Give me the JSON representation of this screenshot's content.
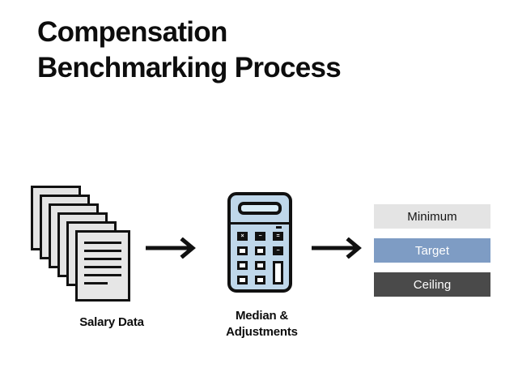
{
  "page": {
    "title": "Compensation\nBenchmarking Process",
    "background_color": "#ffffff"
  },
  "diagram": {
    "type": "process-flow",
    "orientation": "left-to-right",
    "steps": [
      {
        "id": "salary-data",
        "icon": "document-stack-icon",
        "caption": "Salary Data",
        "sheet_count": 6,
        "sheet_fill": "#e4e4e4",
        "outline_color": "#111111",
        "text_line_count": 6
      },
      {
        "id": "median-adjustments",
        "icon": "calculator-icon",
        "caption": "Median &\nAdjustments",
        "body_color": "#bfd7ea",
        "display_color": "#d9ecf7",
        "outline_color": "#111111",
        "keys": {
          "operator_glyphs": [
            "×",
            "−",
            "=",
            "−"
          ],
          "rows": 4,
          "columns": 3,
          "has_tall_enter_key": true,
          "has_indicator_dot": true
        }
      },
      {
        "id": "salary-range",
        "icon": "range-bars-icon",
        "caption": ""
      }
    ],
    "connectors": [
      {
        "id": "arrow-1",
        "icon": "arrow-right-icon",
        "color": "#111111"
      },
      {
        "id": "arrow-2",
        "icon": "arrow-right-icon",
        "color": "#111111"
      }
    ],
    "range_bars": [
      {
        "id": "minimum",
        "label": "Minimum",
        "fill": "#e4e4e4",
        "text_color": "#141414"
      },
      {
        "id": "target",
        "label": "Target",
        "fill": "#7e9cc4",
        "text_color": "#ffffff"
      },
      {
        "id": "ceiling",
        "label": "Ceiling",
        "fill": "#4a4a4a",
        "text_color": "#ffffff"
      }
    ]
  }
}
